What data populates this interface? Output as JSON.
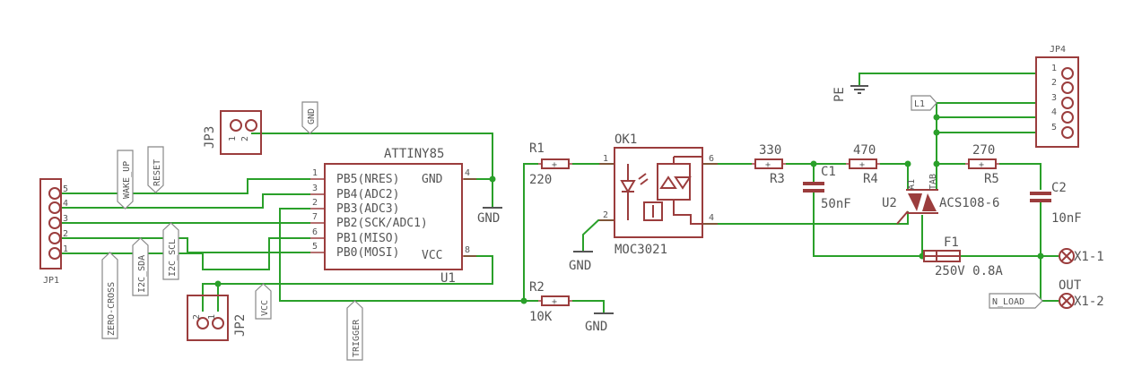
{
  "components": {
    "jp1": {
      "name": "JP1",
      "pins": [
        "5",
        "4",
        "3",
        "2",
        "1"
      ]
    },
    "jp2": {
      "name": "JP2",
      "pins": [
        "2",
        "1"
      ]
    },
    "jp3": {
      "name": "JP3",
      "pins": [
        "1",
        "2"
      ]
    },
    "jp4": {
      "name": "JP4",
      "pins": [
        "1",
        "2",
        "3",
        "4",
        "5"
      ]
    },
    "u1": {
      "name": "U1",
      "value": "ATTINY85",
      "left_pins": [
        "PB5(NRES)",
        "PB4(ADC2)",
        "PB3(ADC3)",
        "PB2(SCK/ADC1)",
        "PB1(MISO)",
        "PB0(MOSI)"
      ],
      "left_pin_numbers": [
        "1",
        "3",
        "2",
        "7",
        "6",
        "5"
      ],
      "gnd_label": "GND",
      "vcc_label": "VCC",
      "gnd_pin": "4",
      "vcc_pin": "8"
    },
    "r1": {
      "name": "R1",
      "value": "220"
    },
    "r2": {
      "name": "R2",
      "value": "10K"
    },
    "r3": {
      "name": "R3",
      "value": "330"
    },
    "r4": {
      "name": "R4",
      "value": "470"
    },
    "r5": {
      "name": "R5",
      "value": "270"
    },
    "c1": {
      "name": "C1",
      "value": "50nF"
    },
    "c2": {
      "name": "C2",
      "value": "10nF"
    },
    "ok1": {
      "name": "OK1",
      "value": "MOC3021",
      "pins": [
        "1",
        "2",
        "6",
        "4"
      ]
    },
    "u2": {
      "name": "U2",
      "value": "ACS108-6",
      "pin_a": "A1",
      "pin_b": "TAB"
    },
    "f1": {
      "name": "F1",
      "value": "250V 0.8A"
    }
  },
  "net_labels": {
    "wake_up": "WAKE_UP",
    "reset": "RESET",
    "i2c_sda": "I2C_SDA",
    "i2c_scl": "I2C_SCL",
    "zero_cross": "ZERO-CROSS",
    "vcc": "VCC",
    "trigger": "TRIGGER",
    "gnd_tag": "GND",
    "l1": "L1",
    "n_load": "N_LOAD"
  },
  "supplies": {
    "gnd": "GND",
    "pe": "PE"
  },
  "connectors": {
    "x1_1": "X1-1",
    "x1_2": "X1-2",
    "out": "OUT"
  }
}
